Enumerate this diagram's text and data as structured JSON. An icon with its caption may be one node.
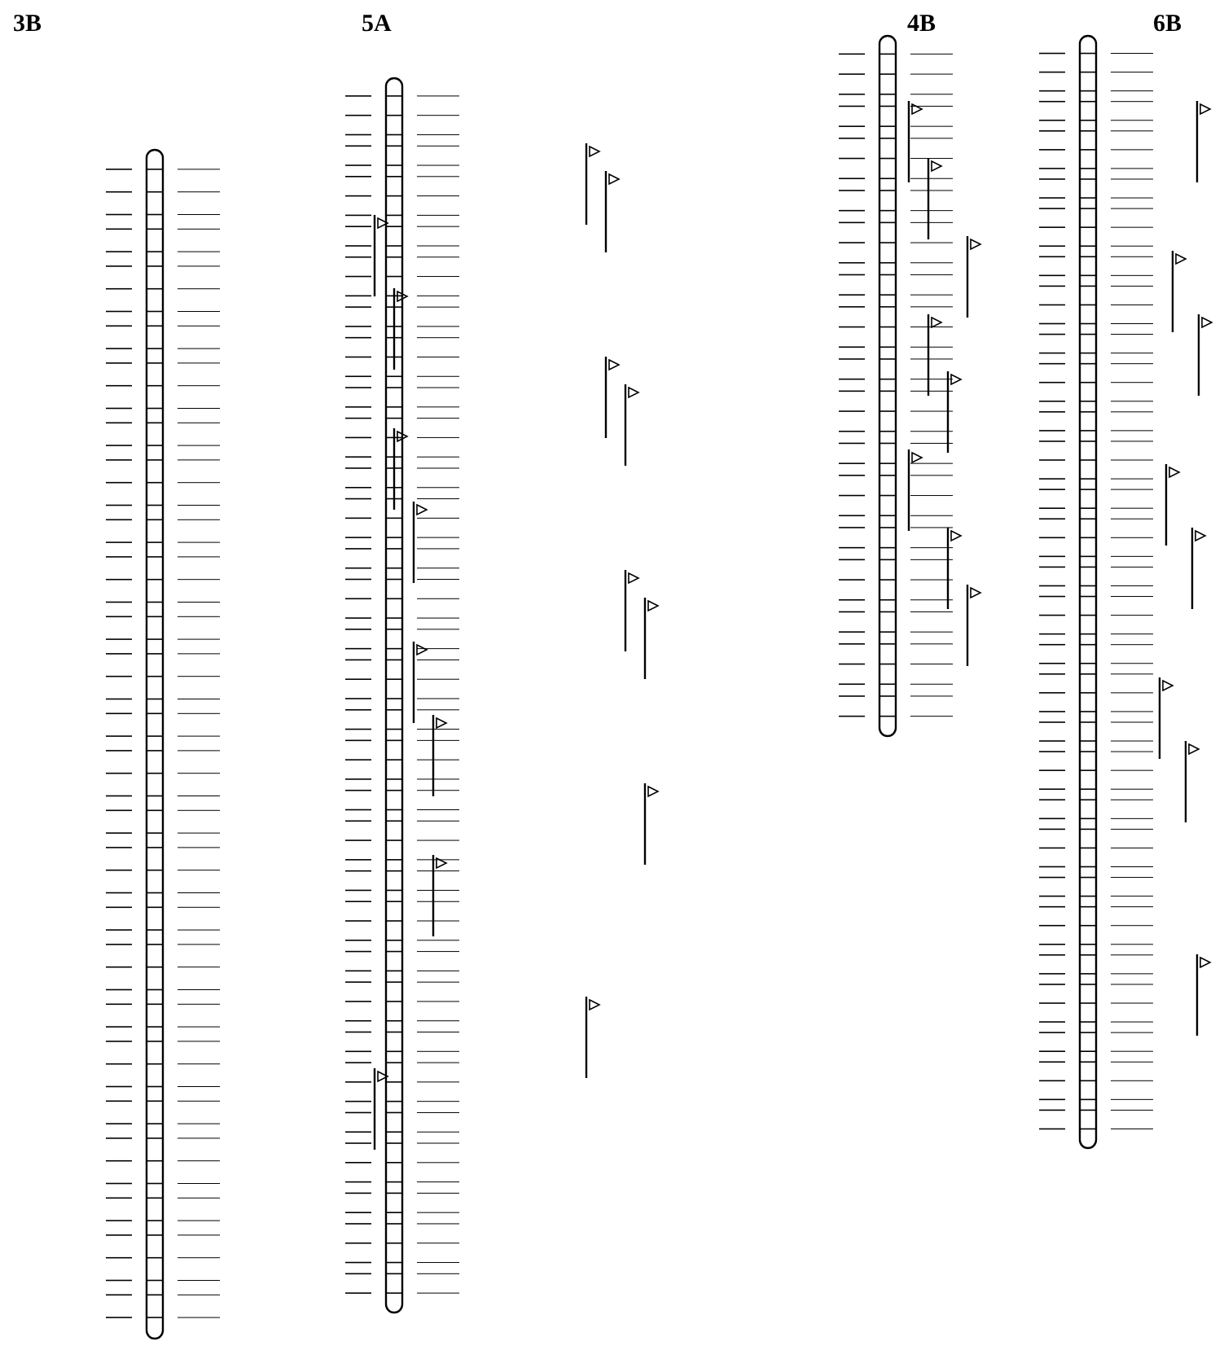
{
  "diagram": {
    "labels": [
      "3B",
      "5A",
      "4B",
      "6B"
    ]
  }
}
